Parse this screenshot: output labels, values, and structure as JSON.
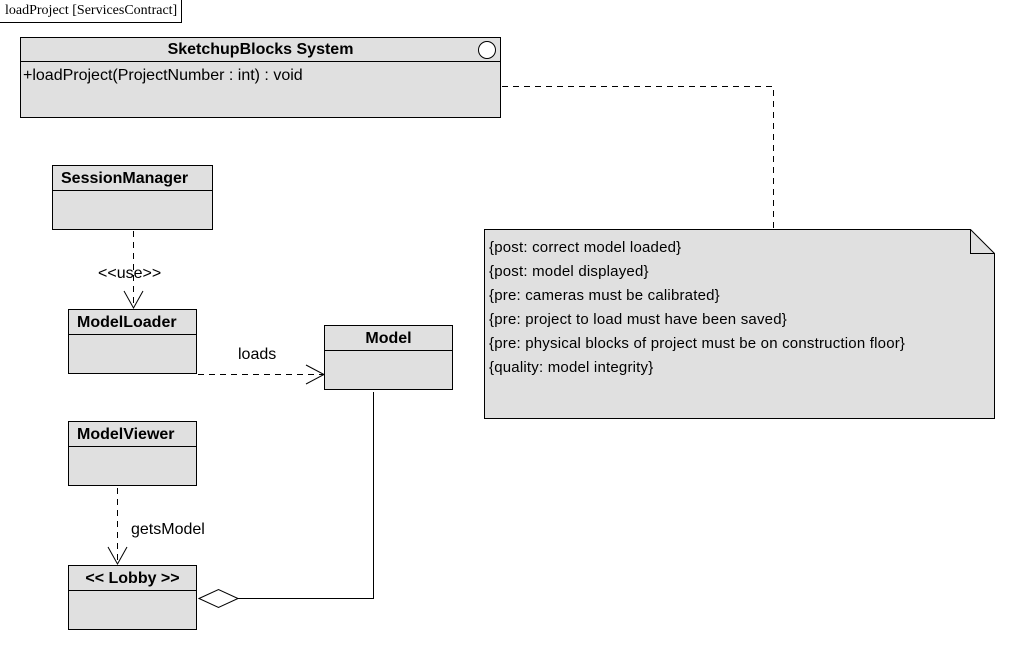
{
  "frame": {
    "label": "loadProject [ServicesContract]"
  },
  "system": {
    "name": "SketchupBlocks System",
    "operation": "+loadProject(ProjectNumber : int) : void"
  },
  "classes": {
    "session_manager": "SessionManager",
    "model_loader": "ModelLoader",
    "model": "Model",
    "model_viewer": "ModelViewer",
    "lobby": "<< Lobby >>"
  },
  "relations": {
    "use": "<<use>>",
    "loads": "loads",
    "gets_model": "getsModel"
  },
  "note": {
    "lines": [
      "{post: correct model loaded}",
      "{post: model displayed}",
      "{pre: cameras must be calibrated}",
      "{pre: project to load must have been saved}",
      "{pre: physical blocks of project must be on construction floor}",
      "{quality: model integrity}"
    ]
  },
  "colors": {
    "box_fill": "#e0e0e0",
    "line": "#000000",
    "background": "#ffffff"
  }
}
